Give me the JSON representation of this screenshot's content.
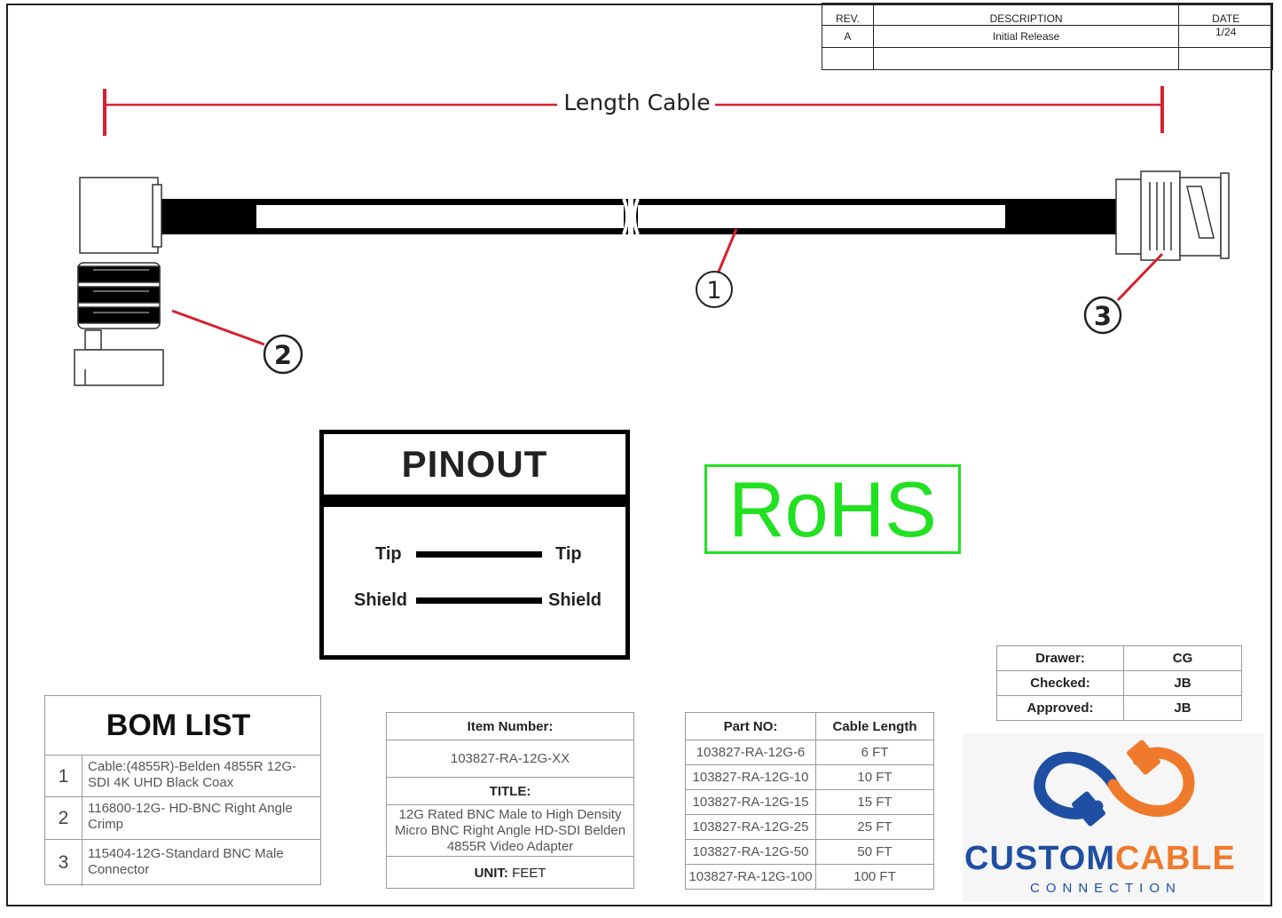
{
  "revision": {
    "headers": [
      "REV.",
      "DESCRIPTION",
      "DATE"
    ],
    "rows": [
      {
        "rev": "A",
        "description": "Initial Release",
        "date": "1/24"
      }
    ]
  },
  "drawing": {
    "length_label": "Length Cable",
    "callouts": [
      "1",
      "2",
      "3"
    ]
  },
  "pinout": {
    "title": "PINOUT",
    "rows": [
      {
        "left": "Tip",
        "right": "Tip"
      },
      {
        "left": "Shield",
        "right": "Shield"
      }
    ]
  },
  "rohs_label": "RoHS",
  "signatures": [
    {
      "label": "Drawer:",
      "value": "CG"
    },
    {
      "label": "Checked:",
      "value": "JB"
    },
    {
      "label": "Approved:",
      "value": "JB"
    }
  ],
  "bom": {
    "title": "BOM LIST",
    "items": [
      {
        "num": "1",
        "desc": "Cable:(4855R)-Belden 4855R 12G-SDI 4K UHD Black Coax"
      },
      {
        "num": "2",
        "desc": "116800-12G- HD-BNC Right Angle Crimp"
      },
      {
        "num": "3",
        "desc": "115404-12G-Standard BNC Male Connector"
      }
    ]
  },
  "item_block": {
    "item_label": "Item Number:",
    "item_value": "103827-RA-12G-XX",
    "title_label": "TITLE:",
    "title_value": "12G Rated BNC Male to High Density Micro BNC Right Angle HD-SDI Belden 4855R Video Adapter",
    "unit_label": "UNIT:",
    "unit_value": "FEET"
  },
  "parts": {
    "headers": [
      "Part NO:",
      "Cable Length"
    ],
    "rows": [
      {
        "part": "103827-RA-12G-6",
        "length": "6 FT"
      },
      {
        "part": "103827-RA-12G-10",
        "length": "10 FT"
      },
      {
        "part": "103827-RA-12G-15",
        "length": "15 FT"
      },
      {
        "part": "103827-RA-12G-25",
        "length": "25 FT"
      },
      {
        "part": "103827-RA-12G-50",
        "length": "50 FT"
      },
      {
        "part": "103827-RA-12G-100",
        "length": "100 FT"
      }
    ]
  },
  "logo": {
    "word1": "CUSTOM",
    "word2": "CABLE",
    "sub": "CONNECTION",
    "colors": {
      "blue": "#1f4fa3",
      "orange": "#f07a2c"
    }
  },
  "colors": {
    "callout_line": "#d8202f",
    "rohs": "#22e022"
  }
}
